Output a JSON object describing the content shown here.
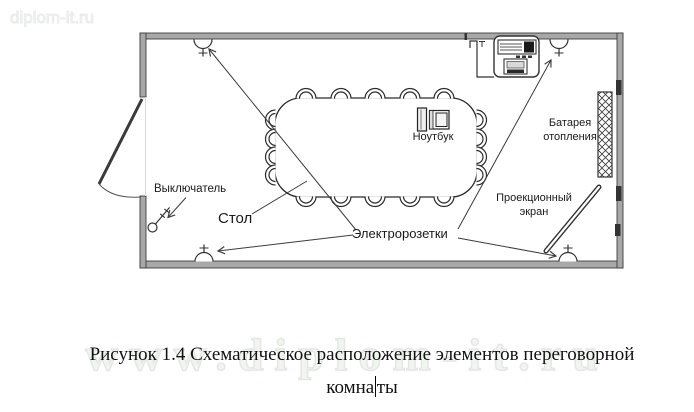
{
  "watermarks": {
    "small": "diplom-it.ru",
    "large": "www.diplom-it.ru"
  },
  "figure": {
    "labels": {
      "switch": "Выключатель",
      "table": "Стол",
      "laptop": "Ноутбук",
      "battery_line1": "Батарея",
      "battery_line2": "отопления",
      "screen_line1": "Проекционный",
      "screen_line2": "экран",
      "outlets": "Электророзетки"
    },
    "icons": [
      "door-icon",
      "conference-table-icon",
      "chair-icon",
      "laptop-icon",
      "projector-unit-icon",
      "wall-bracket-icon",
      "radiator-icon",
      "projection-screen-icon",
      "power-outlet-icon",
      "light-switch-icon",
      "arrow-leader-icon"
    ],
    "counts": {
      "chairs": 18,
      "outlets": 4
    }
  },
  "caption": {
    "line1": "Рисунок 1.4 Схематическое расположение элементов переговорной",
    "line2_before_cursor": "комна",
    "line2_after_cursor": "ты"
  },
  "colors": {
    "wall_fill": "#a8a8a8",
    "line": "#3c3c3c",
    "watermark": "#e9ece9"
  }
}
